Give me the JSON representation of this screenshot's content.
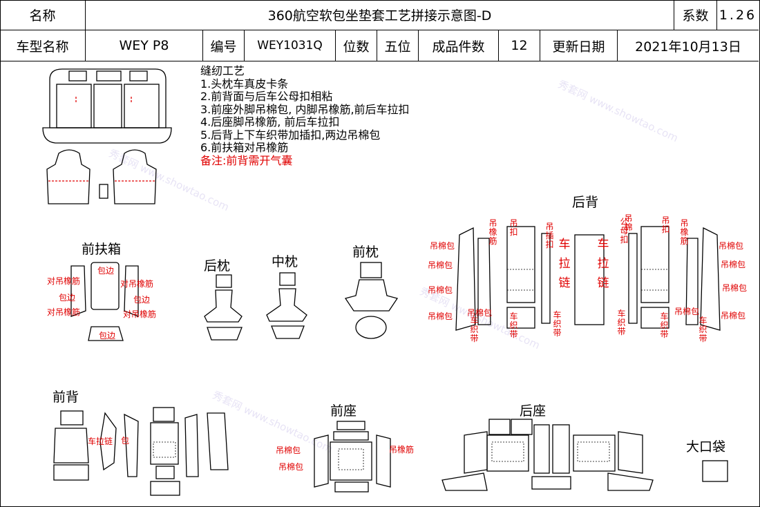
{
  "header": {
    "name_label": "名称",
    "title": "360航空软包坐垫套工艺拼接示意图-D",
    "coef_label": "系数",
    "coef_value": "1.26",
    "model_label": "车型名称",
    "model_value": "WEY P8",
    "code_label": "编号",
    "code_value": "WEY1031Q",
    "seats_label": "位数",
    "seats_value": "五位",
    "pieces_label": "成品件数",
    "pieces_value": "12",
    "date_label": "更新日期",
    "date_value": "2021年10月13日"
  },
  "notes": {
    "title": "缝纫工艺",
    "items": [
      "1.头枕车真皮卡条",
      "2.前背面与后车公母扣相粘",
      "3.前座外脚吊棉包, 内脚吊橡筋,前后车拉扣",
      "4.后座脚吊橡筋, 前后车拉扣",
      "5.后背上下车织带加插扣,两边吊棉包",
      "6.前扶箱对吊橡筋"
    ],
    "remark": "备注:前背需开气囊"
  },
  "sections": {
    "front_armrest": "前扶箱",
    "rear_headrest": "后枕",
    "mid_headrest": "中枕",
    "front_headrest": "前枕",
    "rear_back": "后背",
    "front_back": "前背",
    "front_seat": "前座",
    "rear_seat": "后座",
    "big_pocket": "大口袋"
  },
  "annotations": {
    "bao_bian": "包边",
    "dui_diao_xiang_jin": "对吊橡筋",
    "diao_mian_bao": "吊棉包",
    "diao_xiang_jin": "吊橡筋",
    "diao_kou": "吊扣",
    "diao_cha_kou": "吊插扣",
    "che_la_lian": "车拉链",
    "che_zhi_dai": "车织带",
    "gong_mu_kou": "公母扣",
    "diao_mian": "吊棉",
    "bao": "包"
  },
  "watermark": "秀套网 www.showtao.com"
}
